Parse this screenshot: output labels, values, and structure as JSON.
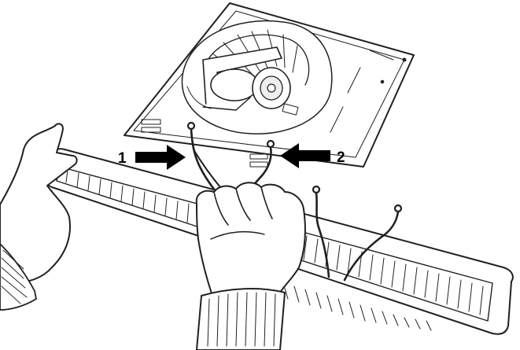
{
  "diagram": {
    "callouts": [
      {
        "id": "arrow-1",
        "label": "1"
      },
      {
        "id": "arrow-2",
        "label": "2"
      }
    ],
    "colors": {
      "line": "#231f20",
      "fill": "#ffffff",
      "arrow": "#000000",
      "tint": "#eeeeee"
    }
  }
}
